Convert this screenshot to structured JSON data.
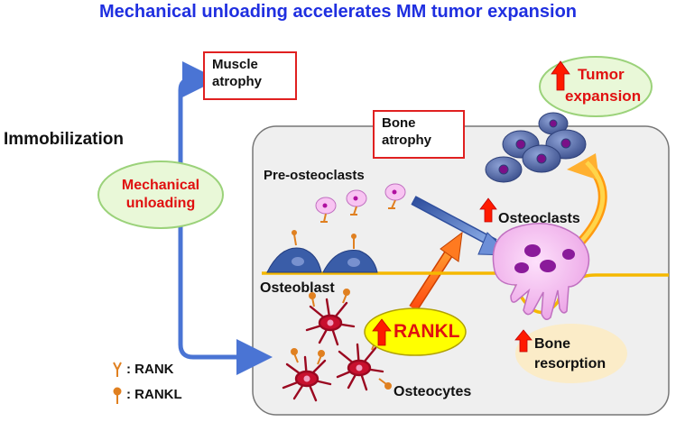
{
  "title": "Mechanical unloading accelerates MM tumor expansion",
  "immobilization": "Immobilization",
  "mechanical_unloading": {
    "line1": "Mechanical",
    "line2": "unloading"
  },
  "muscle_atrophy": {
    "line1": "Muscle",
    "line2": "atrophy"
  },
  "bone_atrophy": {
    "line1": "Bone",
    "line2": "atrophy"
  },
  "tumor_expansion": {
    "line1": "Tumor",
    "line2": "expansion"
  },
  "labels": {
    "pre_osteoclasts": "Pre-osteoclasts",
    "osteoclasts": "Osteoclasts",
    "osteoblast": "Osteoblast",
    "osteocytes": "Osteocytes",
    "rankl_center": "RANKL",
    "bone_resorption_1": "Bone",
    "bone_resorption_2": "resorption"
  },
  "legend": [
    {
      "symbol": "Y",
      "text": ": RANK"
    },
    {
      "symbol": "ǂ",
      "text": ": RANKL"
    }
  ],
  "colors": {
    "title_blue": "#1f2fe0",
    "highlight_red": "#e01010",
    "up_arrow_red": "#ff1a00",
    "flow_arrow_blue": "#4a74d4",
    "panel_bg": "#efefef",
    "bone_line": "#f5b800",
    "green_oval": "#e9f8d8",
    "yellow_oval": "#ffff00",
    "tumor_cell": "#5a6fa8",
    "osteoclast_pink": "#f5b8f0",
    "osteocyte_red": "#c8102e",
    "osteoblast_blue": "#3a5da8"
  }
}
